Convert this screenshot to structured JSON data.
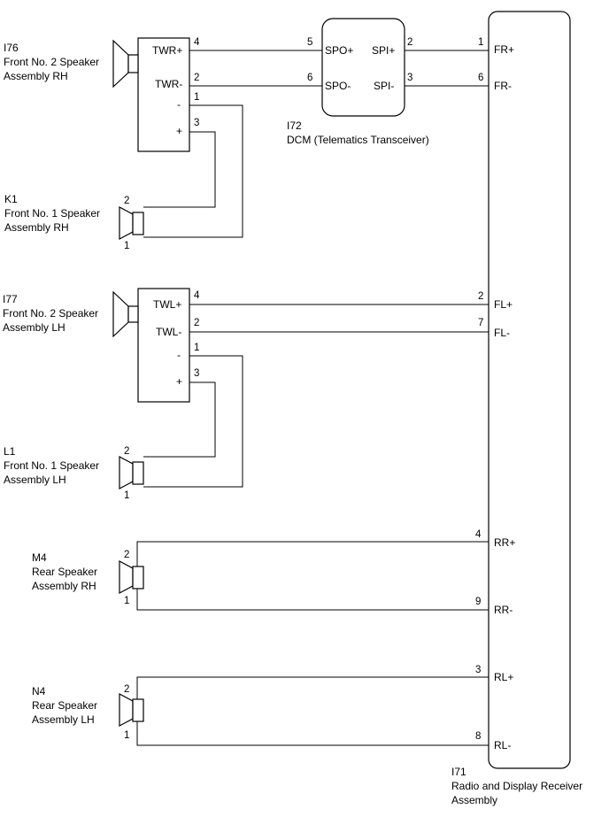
{
  "components": {
    "i76": {
      "id": "I76",
      "name_line1": "Front No. 2 Speaker",
      "name_line2": "Assembly RH",
      "term_pos": "TWR+",
      "term_neg": "TWR-",
      "minus": "-",
      "plus": "+",
      "pin_pos": "4",
      "pin_neg": "2",
      "pin_minus": "1",
      "pin_plus": "3"
    },
    "i77": {
      "id": "I77",
      "name_line1": "Front No. 2 Speaker",
      "name_line2": "Assembly LH",
      "term_pos": "TWL+",
      "term_neg": "TWL-",
      "minus": "-",
      "plus": "+",
      "pin_pos": "4",
      "pin_neg": "2",
      "pin_minus": "1",
      "pin_plus": "3"
    },
    "k1": {
      "id": "K1",
      "name_line1": "Front No. 1 Speaker",
      "name_line2": "Assembly RH",
      "pin_top": "2",
      "pin_bottom": "1"
    },
    "l1": {
      "id": "L1",
      "name_line1": "Front No. 1 Speaker",
      "name_line2": "Assembly LH",
      "pin_top": "2",
      "pin_bottom": "1"
    },
    "m4": {
      "id": "M4",
      "name_line1": "Rear Speaker",
      "name_line2": "Assembly RH",
      "pin_top": "2",
      "pin_bottom": "1"
    },
    "n4": {
      "id": "N4",
      "name_line1": "Rear Speaker",
      "name_line2": "Assembly LH",
      "pin_top": "2",
      "pin_bottom": "1"
    },
    "i72": {
      "id": "I72",
      "name": "DCM (Telematics Transceiver)",
      "spo_pos": "SPO+",
      "spo_neg": "SPO-",
      "spi_pos": "SPI+",
      "spi_neg": "SPI-",
      "pin_spo_pos": "5",
      "pin_spo_neg": "6",
      "pin_spi_pos": "2",
      "pin_spi_neg": "3"
    },
    "i71": {
      "id": "I71",
      "name_line1": "Radio and Display Receiver",
      "name_line2": "Assembly",
      "terminals": [
        {
          "label": "FR+",
          "pin": "1"
        },
        {
          "label": "FR-",
          "pin": "6"
        },
        {
          "label": "FL+",
          "pin": "2"
        },
        {
          "label": "FL-",
          "pin": "7"
        },
        {
          "label": "RR+",
          "pin": "4"
        },
        {
          "label": "RR-",
          "pin": "9"
        },
        {
          "label": "RL+",
          "pin": "3"
        },
        {
          "label": "RL-",
          "pin": "8"
        }
      ]
    }
  }
}
